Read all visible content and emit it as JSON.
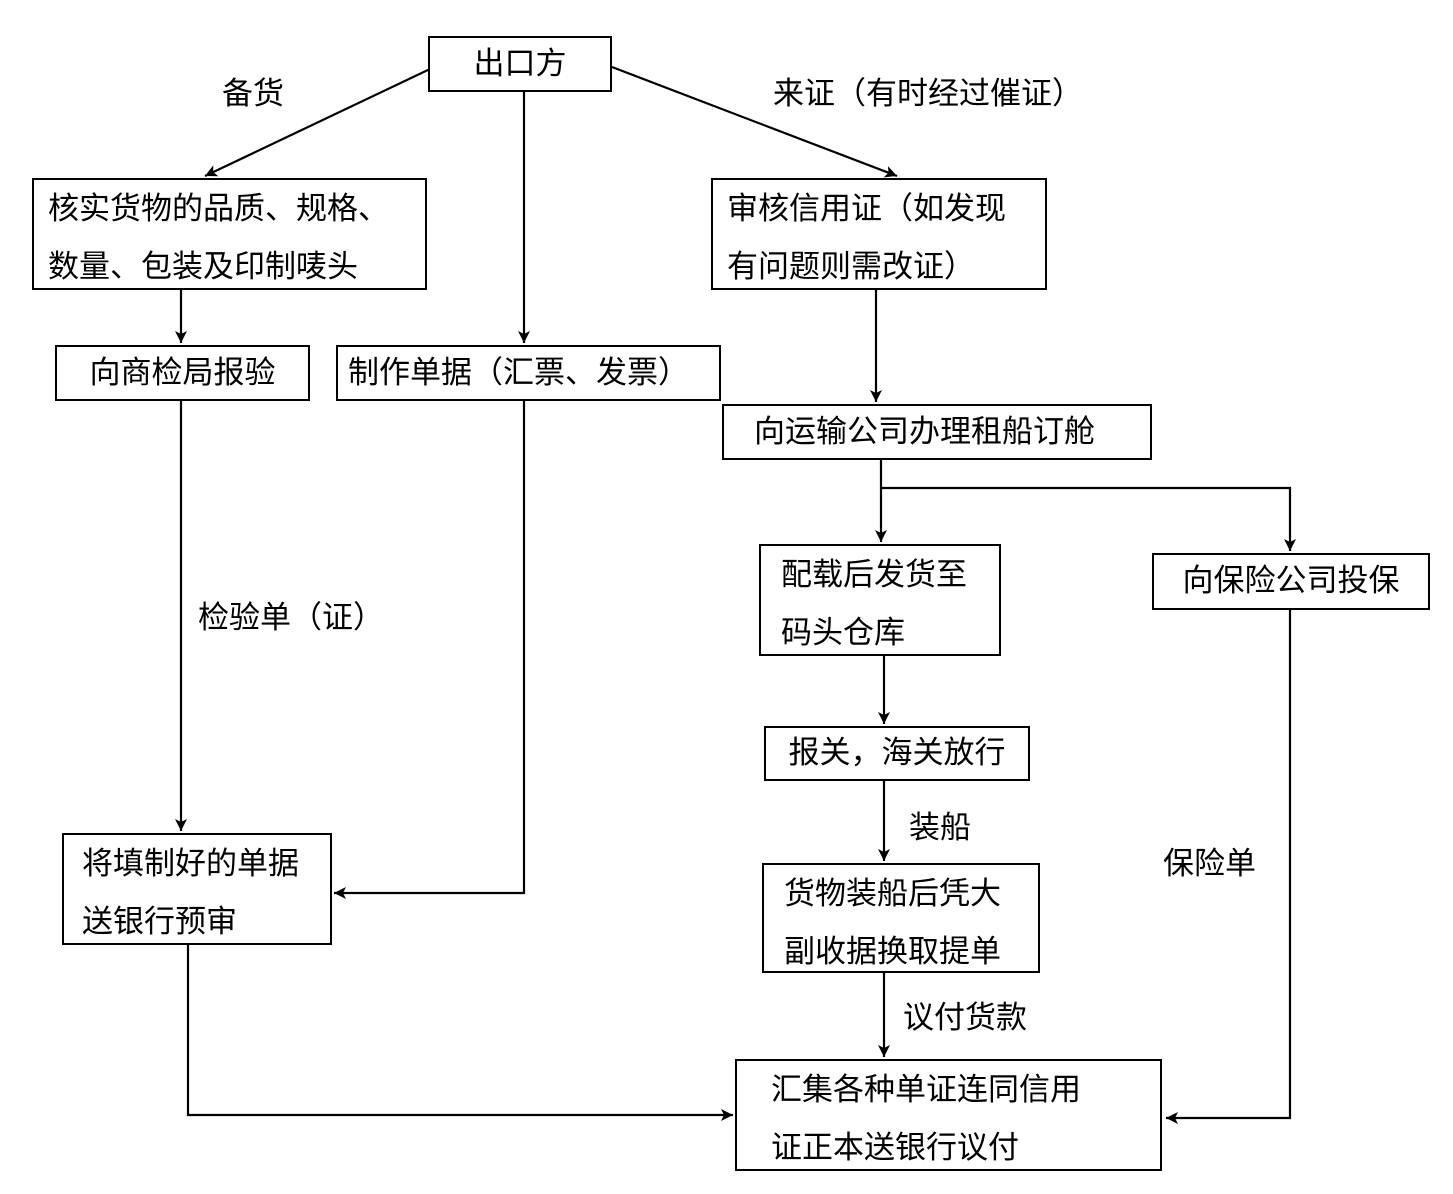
{
  "nodes": {
    "exporter": "出口方",
    "verify_goods": [
      "核实货物的品质、规格、",
      "数量、包装及印制唛头"
    ],
    "inspection_report": "向商检局报验",
    "make_documents": "制作单据（汇票、发票）",
    "review_lc": [
      "审核信用证（如发现",
      "有问题则需改证）"
    ],
    "book_shipping": "向运输公司办理租船订舱",
    "deliver_warehouse": [
      "配载后发货至",
      "码头仓库"
    ],
    "insurance": "向保险公司投保",
    "customs": "报关，海关放行",
    "bill_of_lading": [
      "货物装船后凭大",
      "副收据换取提单"
    ],
    "bank_pre_review": [
      "将填制好的单据",
      "送银行预审"
    ],
    "collect_documents": [
      "汇集各种单证连同信用",
      "证正本送银行议付"
    ]
  },
  "edge_labels": {
    "stock_goods": "备货",
    "lc_arrival": "来证（有时经过催证）",
    "inspection_certificate": "检验单（证）",
    "loading": "装船",
    "insurance_policy": "保险单",
    "negotiate_payment": "议付货款"
  }
}
